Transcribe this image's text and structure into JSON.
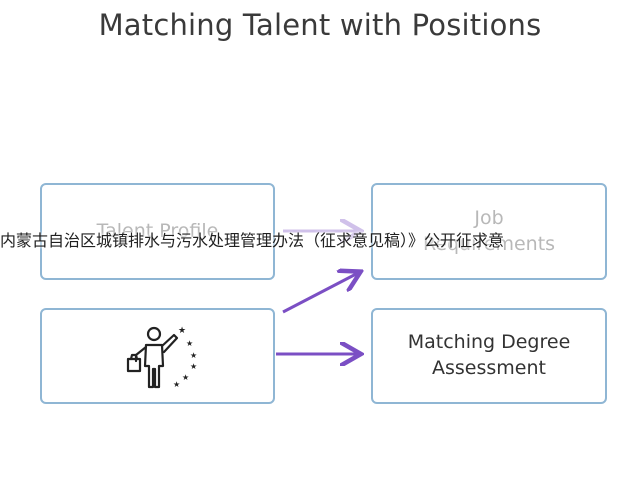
{
  "title": "Matching Talent with Positions",
  "boxes": {
    "talent_profile": "Talent Profile",
    "job_requirements_line1": "Job",
    "job_requirements_line2": "Requirements",
    "matching_line1": "Matching Degree",
    "matching_line2": "Assessment"
  },
  "icon": "person-with-stars-icon",
  "overlay_text": "内蒙古自治区城镇排水与污水处理管理办法（征求意见稿）》公开征求意",
  "colors": {
    "box_border": "#8fb6d4",
    "arrow": "#7b4fc4",
    "title": "#3a3a3a"
  }
}
